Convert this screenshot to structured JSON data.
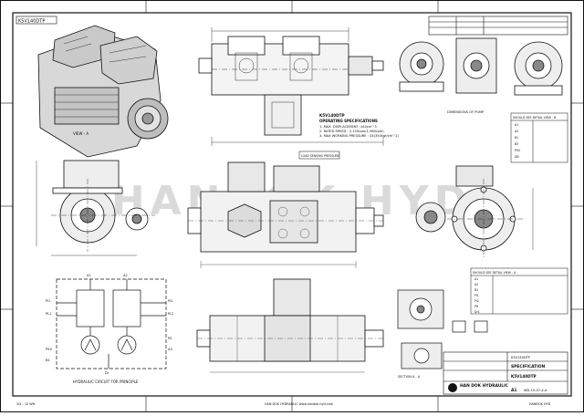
{
  "title_block": {
    "part_number_top": "K5V140DTP",
    "company": "HAN DOK HYDRAULIC",
    "drawing_type": "SPECIFICATION",
    "model": "K5V140DTP",
    "sheet": "A1",
    "drawing_code": "WD-15-07-4-A"
  },
  "specs": {
    "heading": "K5V140DTP",
    "subheading": "OPERATING SPECIFICATIONS",
    "lines": [
      "1. MAX. DISPLACEMENT :140cm^3",
      "2. RATED SPEED : 2,150rpm(1,960rpm)",
      "3. MAX WORKING PRESSURE : 34(350kgf/cm^2)"
    ]
  },
  "labels": {
    "iso_view": "VIEW - A",
    "detail_caption": "DIMENSIONS OF PUMP",
    "load_sensing": "LOAD SENSING PRESSURE",
    "circuit_caption": "HYDRAULIC CIRCUIT FOR PRINCIPLE",
    "section_a": "SECTION A - A",
    "watermark": "HANDOK HYD"
  },
  "port_tables": [
    {
      "title": "SHOULD SEE DETAIL VIEW - B",
      "rows": [
        "A1",
        "A2",
        "B1",
        "B3",
        "PSV",
        "DR"
      ]
    },
    {
      "title": "SHOULD SEE DETAIL VIEW - A",
      "rows": [
        "A1",
        "A2",
        "B1",
        "Pi1",
        "Pi2",
        "PH",
        "Dr1"
      ]
    }
  ],
  "circuit_ports": {
    "a1": "A1",
    "a2": "A2",
    "pi1": "Pi1",
    "pi2": "Pi2",
    "pl1": "PL1",
    "pl2": "PL2",
    "ps": "PS",
    "dr": "Dr",
    "b1": "B1",
    "a3": "A3",
    "psv": "PSV"
  },
  "footer": {
    "left": "3/4 - 10  WN",
    "center": "HAN DOK HYDRAULIC  www.handok-hyd.com",
    "right": "HANDOK HYD"
  }
}
